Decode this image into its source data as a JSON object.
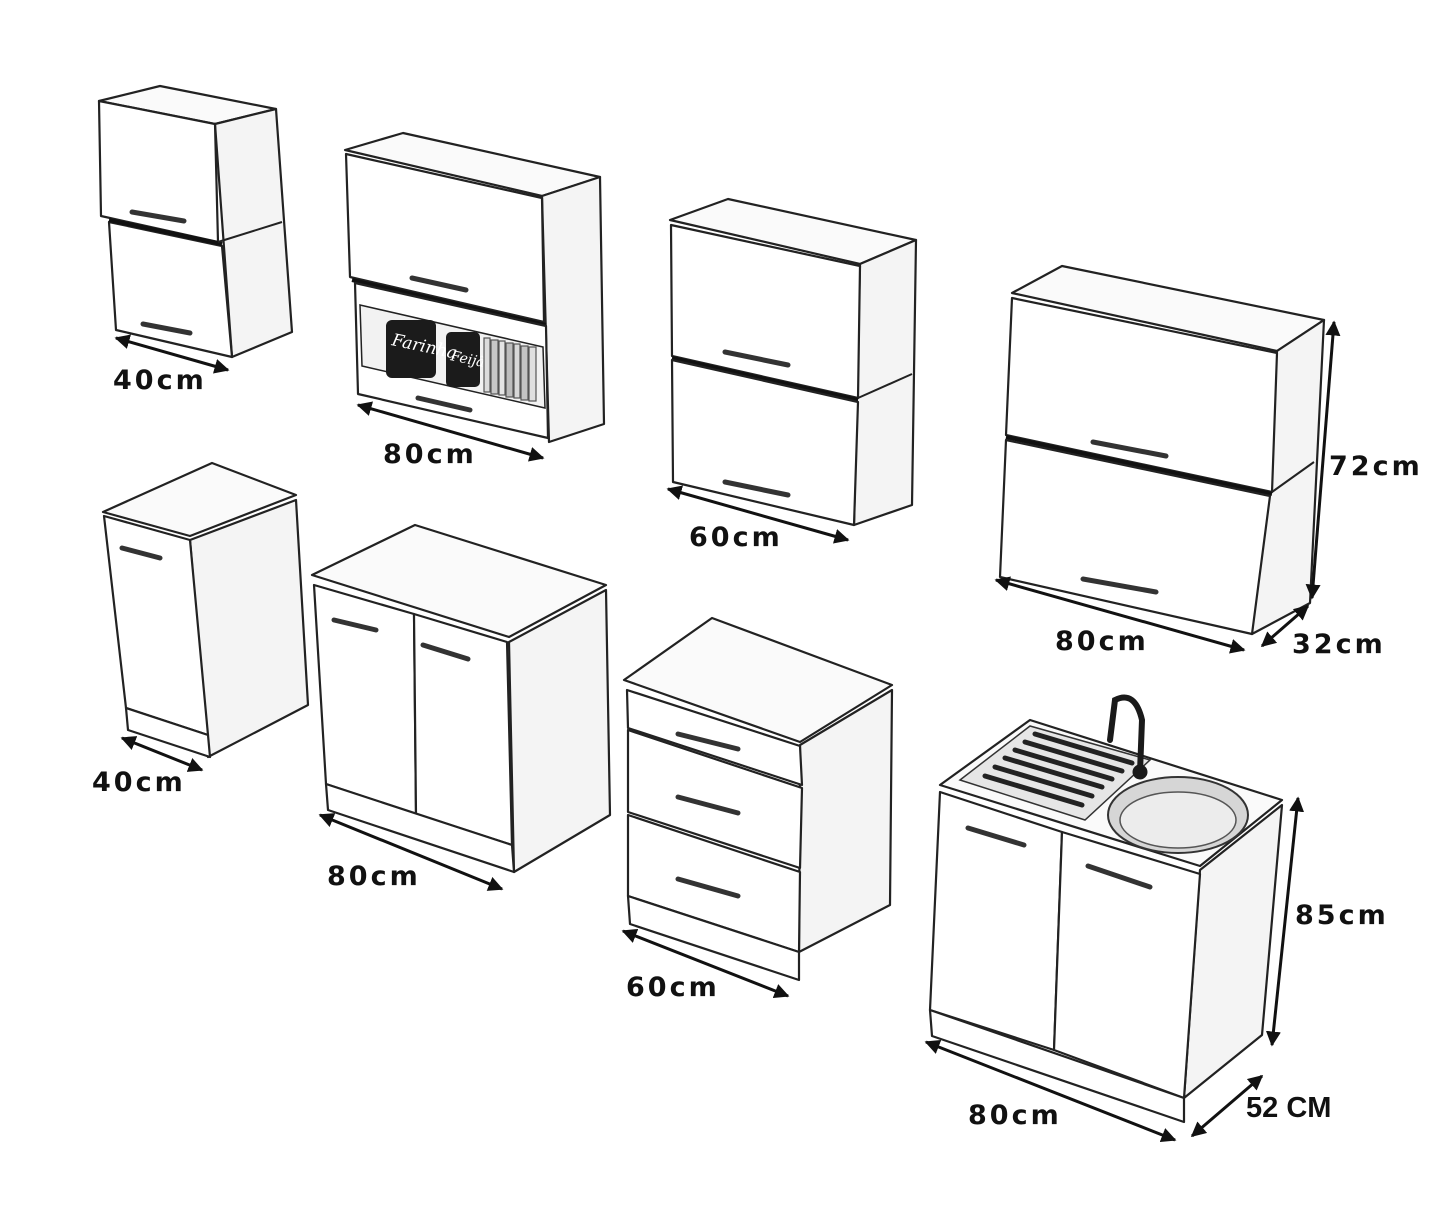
{
  "colors": {
    "background": "#ffffff",
    "line": "#222222",
    "cabinet_face": "#ffffff",
    "cabinet_side": "#f4f4f4",
    "dimension_text": "#111111"
  },
  "dimensions": {
    "wall_40_width": "40cm",
    "wall_80_glass_width": "80cm",
    "wall_60_width": "60cm",
    "wall_80_width": "80cm",
    "wall_80_height": "72cm",
    "wall_80_depth": "32cm",
    "base_40_width": "40cm",
    "base_80_width": "80cm",
    "base_60_drawers_width": "60cm",
    "sink_80_width": "80cm",
    "sink_80_height": "85cm",
    "sink_80_depth": "52 CM"
  },
  "jar_labels": {
    "jar_1": "Farinha",
    "jar_2": "Feijão"
  }
}
